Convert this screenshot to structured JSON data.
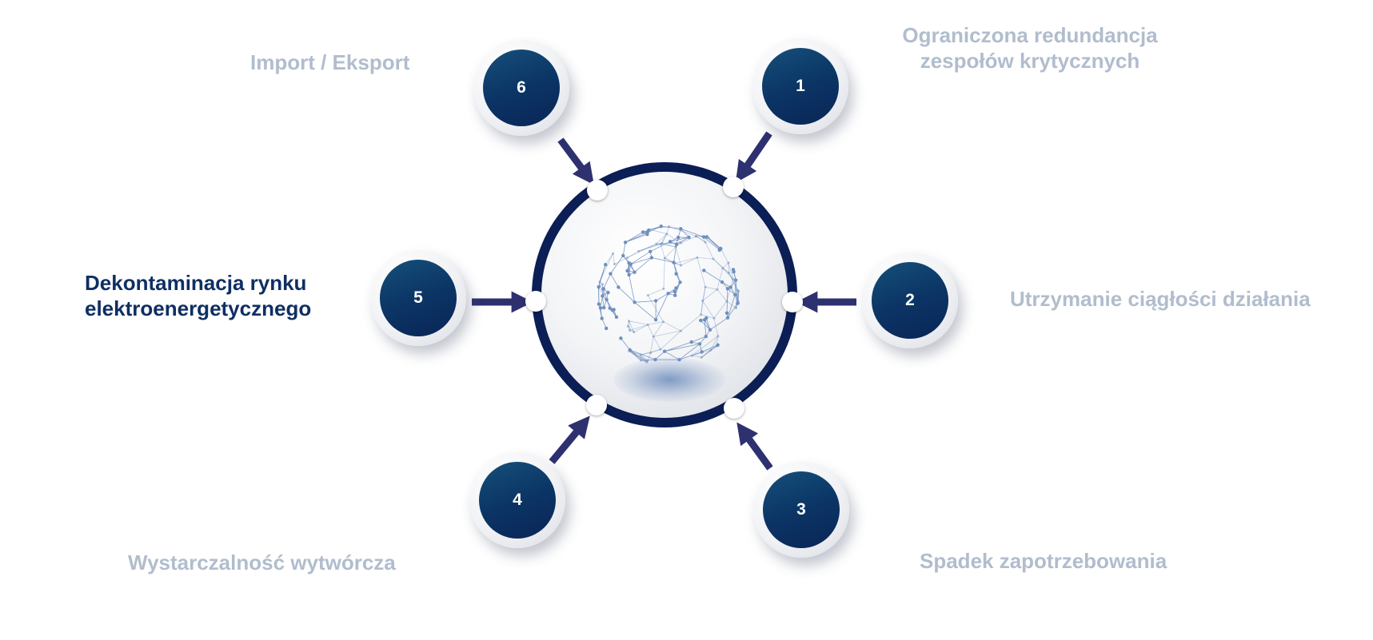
{
  "diagram": {
    "nodes": [
      {
        "number": "1",
        "label": "Ograniczona redundancja zespołów krytycznych",
        "active": false
      },
      {
        "number": "2",
        "label": "Utrzymanie ciągłości działania",
        "active": false
      },
      {
        "number": "3",
        "label": "Spadek zapotrzebowania",
        "active": false
      },
      {
        "number": "4",
        "label": "Wystarczalność wytwórcza",
        "active": false
      },
      {
        "number": "5",
        "label": "Dekontaminacja rynku elektroenergetycznego",
        "active": true
      },
      {
        "number": "6",
        "label": "Import / Eksport",
        "active": false
      }
    ],
    "colors": {
      "active_label": "#0f2f63",
      "inactive_label": "#b1bdcd",
      "node_fill": "#0b3565",
      "ring": "#0b1e55",
      "arrow": "#2e3170",
      "globe_lines": "#6f8fbf"
    },
    "center_icon": "network-globe-icon",
    "arrow_icon": "arrow-icon"
  }
}
